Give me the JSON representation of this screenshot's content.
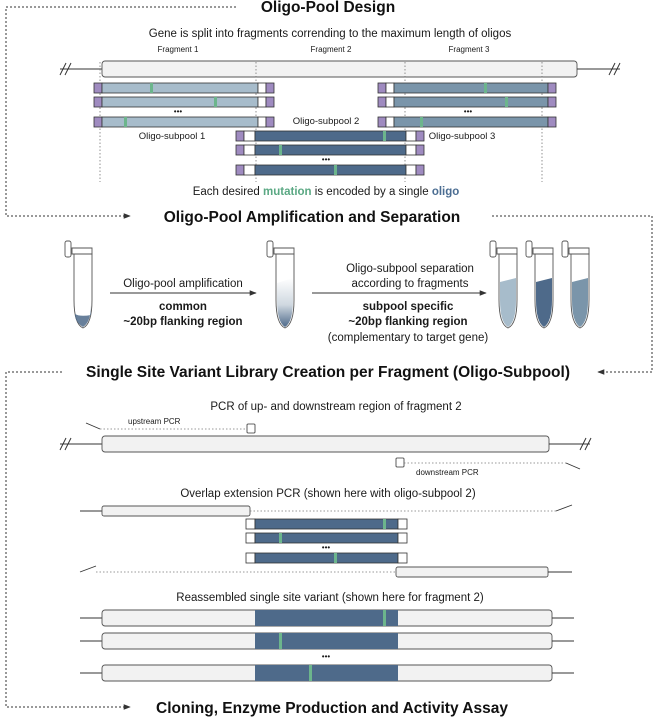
{
  "colors": {
    "light_oligo": "#a7bccb",
    "mid_oligo": "#7a95aa",
    "dark_oligo": "#4e6a8a",
    "mutation": "#6cb58c",
    "common_flank": "#9f8bc0",
    "gene_fill": "#f2f2f2",
    "white_end": "#ffffff",
    "mutation_text": "#5aa883",
    "oligo_text": "#4b6d92",
    "common_text": "#a596c8",
    "specific_text": "#b4b4b4"
  },
  "section1": {
    "title": "Oligo-Pool Design",
    "subtitle": "Gene is split into fragments corrending to the maximum length of oligos",
    "fragments": [
      "Fragment 1",
      "Fragment 2",
      "Fragment 3"
    ],
    "subpools": [
      "Oligo-subpool 1",
      "Oligo-subpool 2",
      "Oligo-subpool 3"
    ],
    "ellipsis": "•••",
    "caption_prefix": "Each desired",
    "caption_mutation": "mutation",
    "caption_middle": "is encoded by a single",
    "caption_oligo": "oligo"
  },
  "section2": {
    "title": "Oligo-Pool Amplification and Separation",
    "step1": "Oligo-pool amplification",
    "common_line1": "common",
    "common_line2": "~20bp flanking region",
    "step2_line1": "Oligo-subpool separation",
    "step2_line2": "according to fragments",
    "specific_line1": "subpool specific",
    "specific_line2": "~20bp flanking region",
    "complementary": "(complementary to target gene)"
  },
  "section3": {
    "title": "Single Site Variant Library Creation per Fragment (Oligo-Subpool)",
    "pcr_title": "PCR of up- and downstream region of fragment 2",
    "upstream": "upstream PCR",
    "downstream": "downstream PCR",
    "overlap_title": "Overlap extension PCR (shown here with oligo-subpool 2)",
    "reassembled_title": "Reassembled single site variant (shown here for fragment 2)",
    "ellipsis": "•••"
  },
  "section4": {
    "title": "Cloning, Enzyme Production and Activity Assay"
  }
}
